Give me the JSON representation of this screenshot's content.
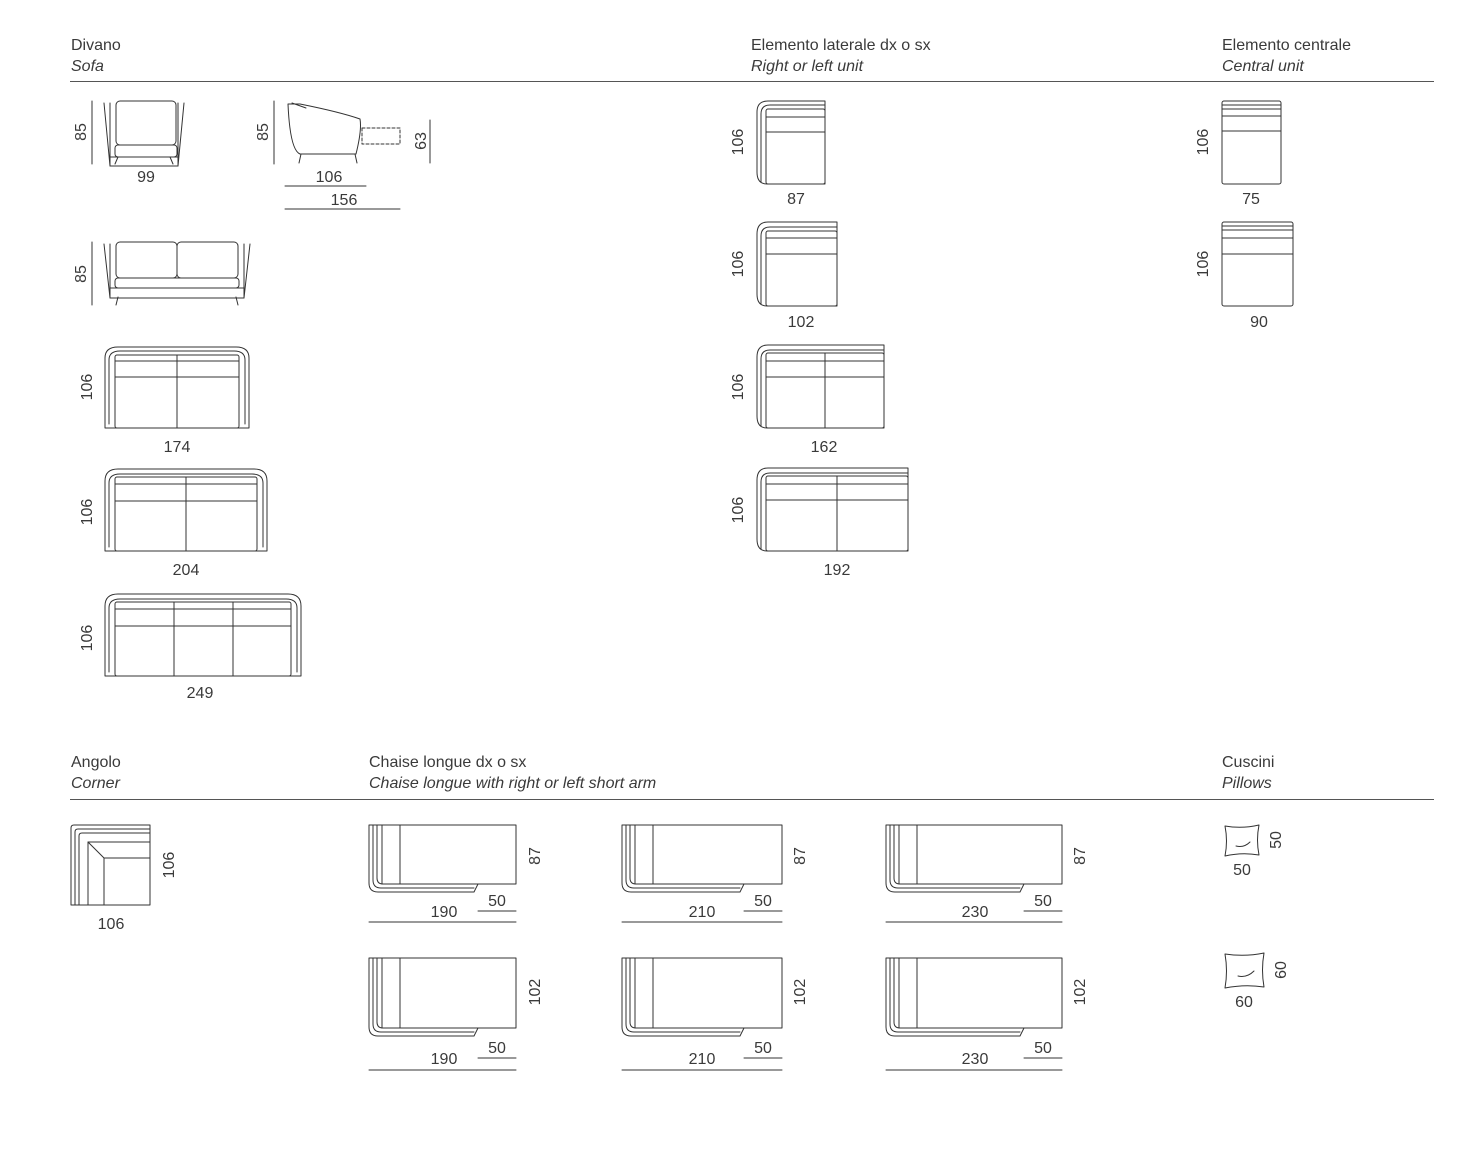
{
  "sections": {
    "sofa": {
      "it": "Divano",
      "en": "Sofa"
    },
    "side_unit": {
      "it": "Elemento laterale dx o sx",
      "en": "Right or left unit"
    },
    "central_unit": {
      "it": "Elemento centrale",
      "en": "Central unit"
    },
    "corner": {
      "it": "Angolo",
      "en": "Corner"
    },
    "chaise": {
      "it": "Chaise longue dx o sx",
      "en": "Chaise longue with right or left short arm"
    },
    "pillows": {
      "it": "Cuscini",
      "en": "Pillows"
    }
  },
  "dimensions": {
    "armchair": {
      "height": "85",
      "width": "99"
    },
    "armchair_side": {
      "height": "85",
      "depth": "106",
      "extended_depth": "156",
      "footrest_height": "63"
    },
    "sofa_2_front": {
      "height": "85"
    },
    "sofa_174": {
      "depth": "106",
      "width": "174"
    },
    "sofa_204": {
      "depth": "106",
      "width": "204"
    },
    "sofa_249": {
      "depth": "106",
      "width": "249"
    },
    "side_87": {
      "depth": "106",
      "width": "87"
    },
    "side_102": {
      "depth": "106",
      "width": "102"
    },
    "side_162": {
      "depth": "106",
      "width": "162"
    },
    "side_192": {
      "depth": "106",
      "width": "192"
    },
    "central_75": {
      "depth": "106",
      "width": "75"
    },
    "central_90": {
      "depth": "106",
      "width": "90"
    },
    "corner": {
      "depth": "106",
      "width": "106"
    },
    "chaise_190_87": {
      "length": "190",
      "depth": "87",
      "arm": "50"
    },
    "chaise_210_87": {
      "length": "210",
      "depth": "87",
      "arm": "50"
    },
    "chaise_230_87": {
      "length": "230",
      "depth": "87",
      "arm": "50"
    },
    "chaise_190_102": {
      "length": "190",
      "depth": "102",
      "arm": "50"
    },
    "chaise_210_102": {
      "length": "210",
      "depth": "102",
      "arm": "50"
    },
    "chaise_230_102": {
      "length": "230",
      "depth": "102",
      "arm": "50"
    },
    "pillow_50": {
      "width": "50",
      "height": "50"
    },
    "pillow_60": {
      "width": "60",
      "height": "60"
    }
  }
}
